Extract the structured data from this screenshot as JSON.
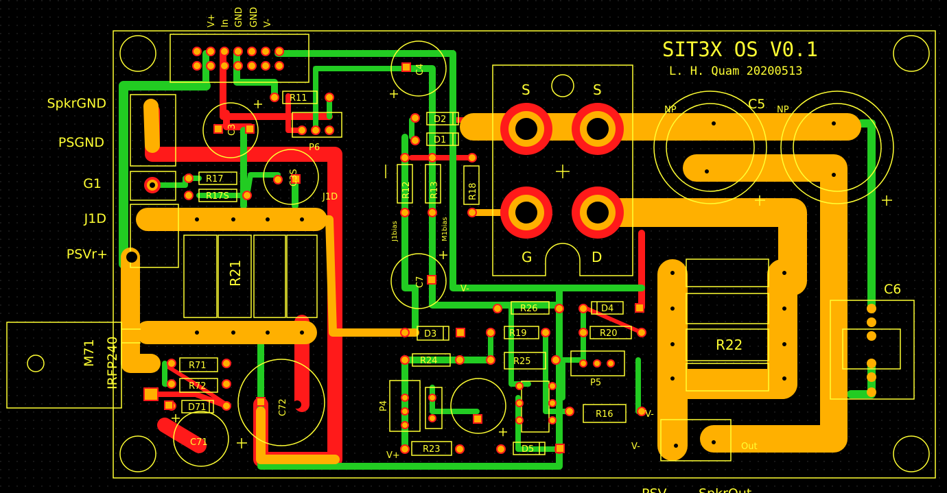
{
  "board": {
    "title": "SIT3X OS V0.1",
    "author": "L. H. Quam 20200513",
    "colors": {
      "background": "#000000",
      "top_copper": "#ff1a1a",
      "bottom_copper": "#22cc22",
      "pad_copper": "#ffb000",
      "silkscreen": "#ffff33",
      "hole": "#000000"
    }
  },
  "connector_labels": {
    "header_pins": [
      "V+",
      "In",
      "GND",
      "GND",
      "V-"
    ],
    "left_side": [
      "SpkrGND",
      "PSGND",
      "G1",
      "J1D",
      "PSVr+"
    ],
    "bottom": [
      "PSV-",
      "SpkrOut"
    ]
  },
  "mosfet": {
    "pins": [
      "S",
      "S",
      "G",
      "D"
    ],
    "plus_mark": "+"
  },
  "components": {
    "R11": "R11",
    "R12": "R12",
    "R13": "R13",
    "R16": "R16",
    "R17": "R17",
    "R17S": "R17S",
    "R18": "R18",
    "R19": "R19",
    "R20": "R20",
    "R21": "R21",
    "R22": "R22",
    "R23": "R23",
    "R24": "R24",
    "R25": "R25",
    "R26": "R26",
    "R71": "R71",
    "R72": "R72",
    "C3": "C3",
    "C3S": "C3S",
    "C4": "C4",
    "C5": "C5",
    "C6": "C6",
    "C7": "C7",
    "C71": "C71",
    "C72": "C72",
    "D1": "D1",
    "D2": "D2",
    "D3": "D3",
    "D4": "D4",
    "D5": "D5",
    "D71": "D71",
    "P4": "P4",
    "P5": "P5",
    "P6": "P6",
    "M71": "M71",
    "IRFP240": "IRFP240"
  },
  "misc_labels": {
    "j1d_net": "J1D",
    "j1bias": "J1bias",
    "m1bias": "M1bias",
    "np_left": "NP",
    "np_right": "NP",
    "vminus_1": "V-",
    "vminus_2": "V-",
    "vminus_3": "V-",
    "vplus": "V+",
    "out": "Out",
    "plus": "+"
  }
}
